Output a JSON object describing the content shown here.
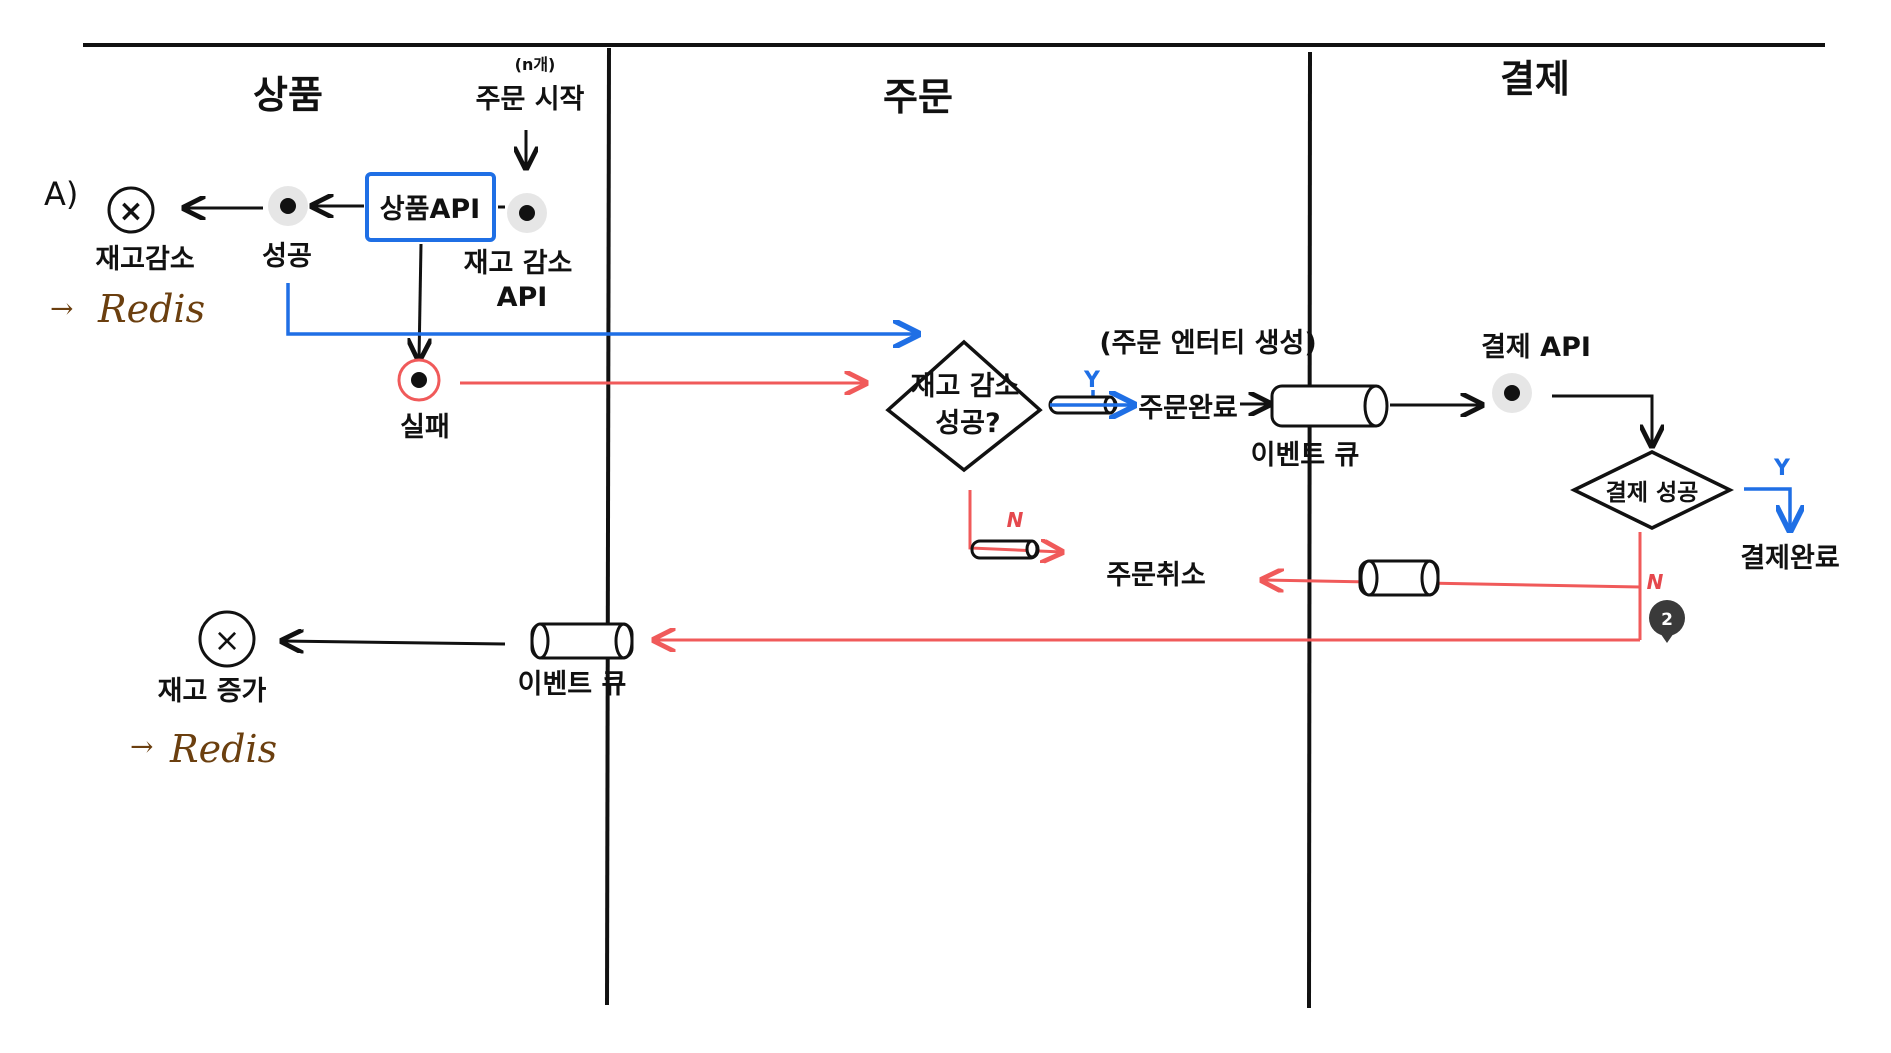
{
  "lanes": {
    "product": "상품",
    "order": "주문",
    "payment": "결제"
  },
  "section_label": "A)",
  "product": {
    "start_note": "(n개)",
    "start": "주문 시작",
    "product_api": "상품API",
    "stock_decrease_api_line1": "재고 감소",
    "stock_decrease_api_line2": "API",
    "success": "성공",
    "fail": "실패",
    "stock_decrease_final": "재고감소",
    "stock_increase_final": "재고 증가",
    "redis_top": "Redis",
    "redis_bottom": "Redis",
    "event_queue": "이벤트 큐"
  },
  "order": {
    "decision_line1": "재고 감소",
    "decision_line2": "성공?",
    "entity_note": "(주문 엔터티 생성)",
    "order_complete": "주문완료",
    "event_queue": "이벤트 큐",
    "order_cancel": "주문취소",
    "yes": "Y",
    "no": "N"
  },
  "payment": {
    "payment_api": "결제 API",
    "decision": "결제 성공",
    "payment_complete": "결제완료",
    "yes": "Y",
    "no": "N",
    "badge": "2"
  }
}
